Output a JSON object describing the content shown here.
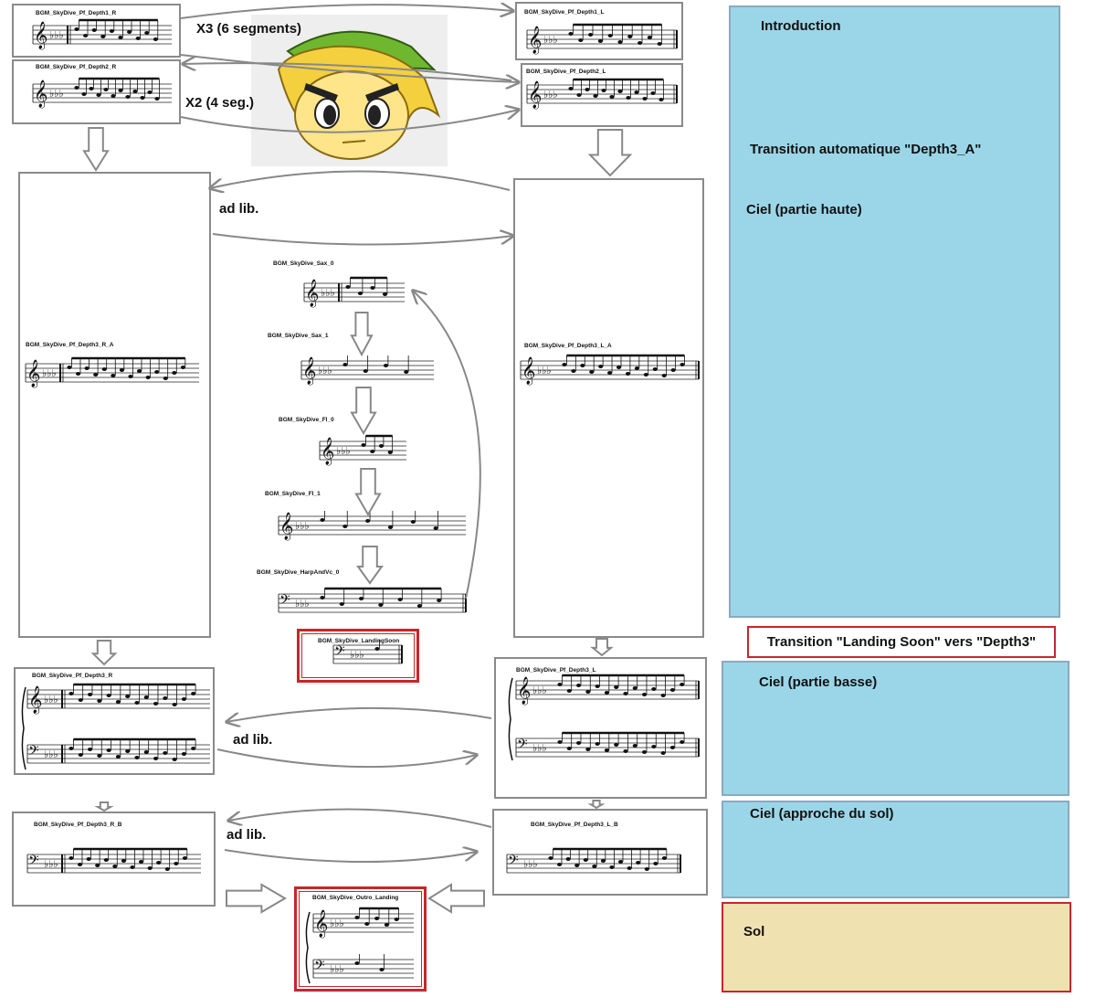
{
  "blocks": {
    "depth1_r": "BGM_SkyDive_Pf_Depth1_R",
    "depth1_l": "BGM_SkyDive_Pf_Depth1_L",
    "depth2_r": "BGM_SkyDive_Pf_Depth2_R",
    "depth2_l": "BGM_SkyDive_Pf_Depth2_L",
    "depth3_r_a": "BGM_SkyDive_Pf_Depth3_R_A",
    "depth3_l_a": "BGM_SkyDive_Pf_Depth3_L_A",
    "sax_0": "BGM_SkyDive_Sax_0",
    "sax_1": "BGM_SkyDive_Sax_1",
    "fl_0": "BGM_SkyDive_Fl_0",
    "fl_1": "BGM_SkyDive_Fl_1",
    "harp_vc_0": "BGM_SkyDive_HarpAndVc_0",
    "landing_soon": "BGM_SkyDive_LandingSoon",
    "depth3_r": "BGM_SkyDive_Pf_Depth3_R",
    "depth3_l": "BGM_SkyDive_Pf_Depth3_L",
    "depth3_r_b": "BGM_SkyDive_Pf_Depth3_R_B",
    "depth3_l_b": "BGM_SkyDive_Pf_Depth3_L_B",
    "outro_landing": "BGM_SkyDive_Outro_Landing"
  },
  "annotations": {
    "x3": "X3 (6 segments)",
    "x2": "X2 (4 seg.)",
    "adlib_1": "ad lib.",
    "adlib_2": "ad lib.",
    "adlib_3": "ad lib."
  },
  "zones": {
    "introduction": "Introduction",
    "transition_auto": "Transition automatique \"Depth3_A\"",
    "ciel_haute": "Ciel (partie haute)",
    "transition_landing": "Transition \"Landing Soon\" vers \"Depth3\"",
    "ciel_basse": "Ciel (partie basse)",
    "ciel_approche": "Ciel (approche du sol)",
    "sol": "Sol"
  },
  "colors": {
    "sky": "#9bd6e8",
    "ground": "#efe2b0",
    "highlight_border": "#c8262b",
    "arrow": "#888888"
  },
  "icons": {
    "character": "link-toon-face-icon"
  }
}
